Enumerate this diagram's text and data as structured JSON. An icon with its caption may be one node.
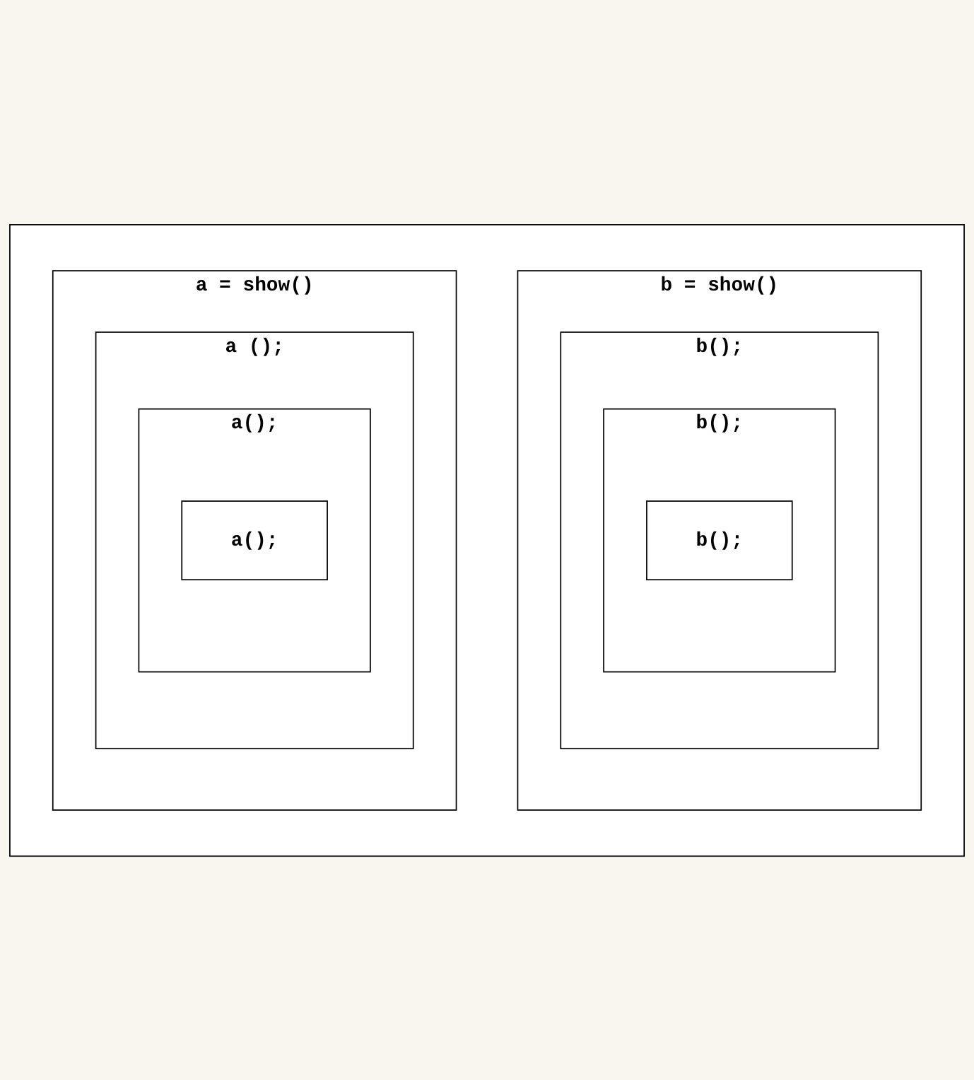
{
  "diagram": {
    "nodes": [
      {
        "text": [],
        "shape": "box"
      },
      {
        "text": [
          "a = show()"
        ],
        "in": 0
      },
      {
        "text": [
          "a ();"
        ],
        "in": 1
      },
      {
        "text": [
          "a();"
        ],
        "in": 2
      },
      {
        "text": [
          "a();"
        ],
        "in": 3
      },
      {
        "text": [
          "b = show()"
        ],
        "in": 0
      },
      {
        "text": [
          "b();"
        ],
        "in": 5
      },
      {
        "text": [
          "b();"
        ],
        "in": 6
      },
      {
        "text": [
          "b();"
        ],
        "in": 7
      }
    ],
    "edges": []
  }
}
